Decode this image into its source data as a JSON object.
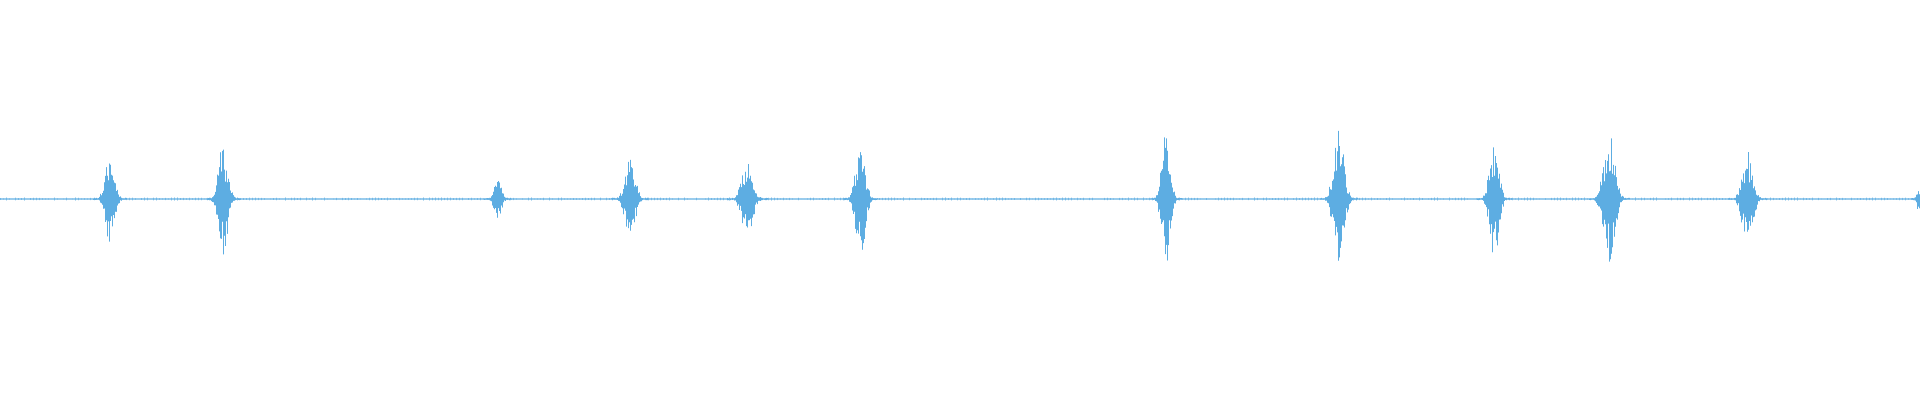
{
  "colors": {
    "background": "#ffffff",
    "waveform": "#5dade2"
  },
  "chart_data": {
    "type": "area",
    "title": "",
    "xlabel": "",
    "ylabel": "",
    "grid": false,
    "legend": "none",
    "ylim": [
      -1,
      1
    ],
    "xlim": [
      0,
      1
    ],
    "baseline_amplitude": 0.006,
    "bursts": [
      {
        "center": 0.057,
        "width": 0.01,
        "amplitude": 0.22
      },
      {
        "center": 0.116,
        "width": 0.01,
        "amplitude": 0.28
      },
      {
        "center": 0.259,
        "width": 0.008,
        "amplitude": 0.1
      },
      {
        "center": 0.328,
        "width": 0.011,
        "amplitude": 0.2
      },
      {
        "center": 0.389,
        "width": 0.012,
        "amplitude": 0.18
      },
      {
        "center": 0.448,
        "width": 0.01,
        "amplitude": 0.3
      },
      {
        "center": 0.607,
        "width": 0.009,
        "amplitude": 0.34
      },
      {
        "center": 0.697,
        "width": 0.011,
        "amplitude": 0.35
      },
      {
        "center": 0.778,
        "width": 0.01,
        "amplitude": 0.3
      },
      {
        "center": 0.838,
        "width": 0.012,
        "amplitude": 0.33
      },
      {
        "center": 0.91,
        "width": 0.011,
        "amplitude": 0.25
      },
      {
        "center": 0.999,
        "width": 0.004,
        "amplitude": 0.06
      }
    ]
  }
}
